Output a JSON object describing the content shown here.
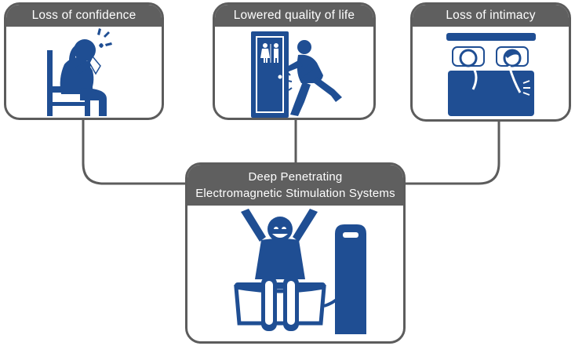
{
  "colors": {
    "accent": "#1f4e93",
    "title_bar": "#5f5f5f",
    "border": "#5c5c5c",
    "connector": "#5c5c5c"
  },
  "cards": {
    "confidence": {
      "title": "Loss of confidence",
      "icon": "crying-woman-chair-icon"
    },
    "quality": {
      "title": "Lowered quality of life",
      "icon": "restroom-door-rush-icon"
    },
    "intimacy": {
      "title": "Loss of intimacy",
      "icon": "couple-in-bed-icon"
    },
    "central": {
      "title_line1": "Deep Penetrating",
      "title_line2": "Electromagnetic Stimulation Systems",
      "icon": "woman-on-stimulation-chair-icon"
    }
  }
}
